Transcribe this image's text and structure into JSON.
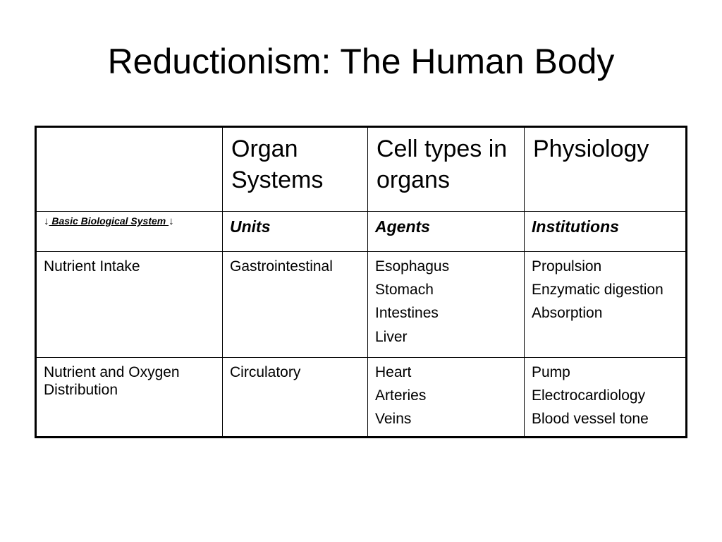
{
  "slide": {
    "title": "Reductionism: The Human Body"
  },
  "table": {
    "header": [
      "",
      "Organ Systems",
      "Cell types in organs",
      "Physiology"
    ],
    "hierarchy": {
      "arrow_left": "↓",
      "label": " Basic Biological System ",
      "arrow_right": "↓"
    },
    "labels": [
      "Units",
      "Agents",
      "Institutions"
    ],
    "rows": [
      {
        "system": "Nutrient Intake",
        "organ_system": "Gastrointestinal",
        "cell_types": [
          "Esophagus",
          "Stomach",
          "Intestines",
          "Liver"
        ],
        "physiology": [
          "Propulsion",
          "Enzymatic digestion",
          "Absorption"
        ]
      },
      {
        "system": "Nutrient and Oxygen Distribution",
        "organ_system": "Circulatory",
        "cell_types": [
          "Heart",
          "Arteries",
          "Veins"
        ],
        "physiology": [
          "Pump",
          "Electrocardiology",
          "Blood vessel tone"
        ]
      }
    ]
  }
}
